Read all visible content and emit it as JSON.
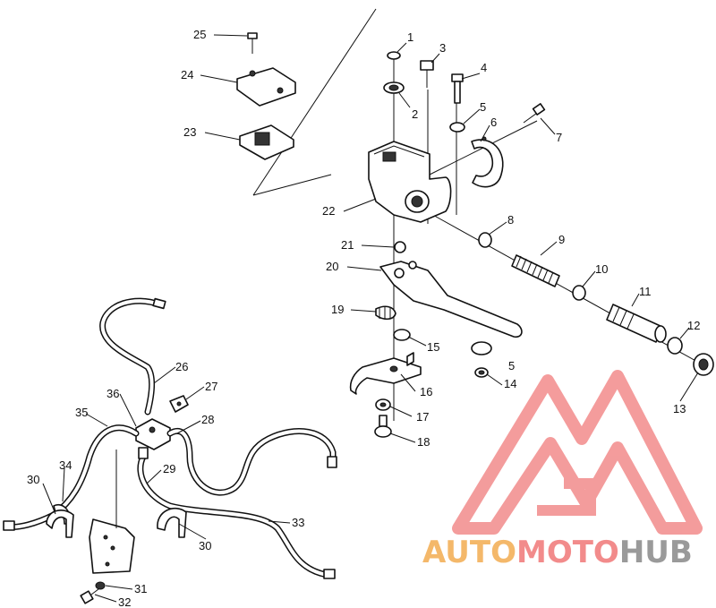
{
  "diagram": {
    "callouts": [
      {
        "id": "1",
        "text": "1"
      },
      {
        "id": "2",
        "text": "2"
      },
      {
        "id": "3",
        "text": "3"
      },
      {
        "id": "4",
        "text": "4"
      },
      {
        "id": "5a",
        "text": "5"
      },
      {
        "id": "5b",
        "text": "5"
      },
      {
        "id": "6",
        "text": "6"
      },
      {
        "id": "7",
        "text": "7"
      },
      {
        "id": "8",
        "text": "8"
      },
      {
        "id": "9",
        "text": "9"
      },
      {
        "id": "10",
        "text": "10"
      },
      {
        "id": "11",
        "text": "11"
      },
      {
        "id": "12",
        "text": "12"
      },
      {
        "id": "13",
        "text": "13"
      },
      {
        "id": "14",
        "text": "14"
      },
      {
        "id": "15",
        "text": "15"
      },
      {
        "id": "16",
        "text": "16"
      },
      {
        "id": "17",
        "text": "17"
      },
      {
        "id": "18",
        "text": "18"
      },
      {
        "id": "19",
        "text": "19"
      },
      {
        "id": "20",
        "text": "20"
      },
      {
        "id": "21",
        "text": "21"
      },
      {
        "id": "22",
        "text": "22"
      },
      {
        "id": "23",
        "text": "23"
      },
      {
        "id": "24",
        "text": "24"
      },
      {
        "id": "25",
        "text": "25"
      },
      {
        "id": "26",
        "text": "26"
      },
      {
        "id": "27",
        "text": "27"
      },
      {
        "id": "28",
        "text": "28"
      },
      {
        "id": "29",
        "text": "29"
      },
      {
        "id": "30a",
        "text": "30"
      },
      {
        "id": "30b",
        "text": "30"
      },
      {
        "id": "31",
        "text": "31"
      },
      {
        "id": "32",
        "text": "32"
      },
      {
        "id": "33",
        "text": "33"
      },
      {
        "id": "34",
        "text": "34"
      },
      {
        "id": "35",
        "text": "35"
      },
      {
        "id": "36",
        "text": "36"
      }
    ]
  },
  "watermark": {
    "part1": "AUTO",
    "part2": "MOTO",
    "part3": "HUB",
    "colors": {
      "orange": "#f4b86a",
      "red": "#f28b8b",
      "gray": "#9a9a9a"
    }
  }
}
